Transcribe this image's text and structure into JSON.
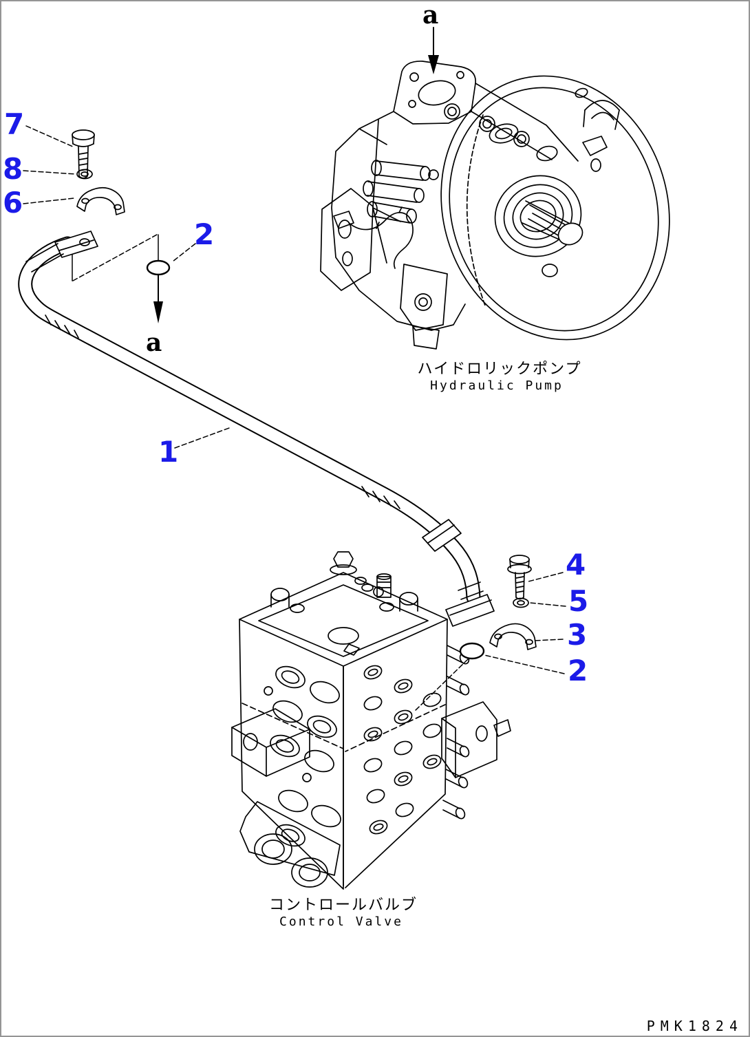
{
  "page": {
    "background": "#ffffff",
    "border_color": "#949494",
    "drawing_code": "PMK1824"
  },
  "colors": {
    "callout_blue": "#1b1be8",
    "line_black": "#000000"
  },
  "components": {
    "pump": {
      "label_ja": "ハイドロリックポンプ",
      "label_en": "Hydraulic Pump"
    },
    "valve": {
      "label_ja": "コントロールバルブ",
      "label_en": "Control Valve"
    }
  },
  "section_markers": {
    "top": "a",
    "middle": "a"
  },
  "callouts": [
    {
      "label": "7",
      "part": "mounting-bolt-left"
    },
    {
      "label": "8",
      "part": "washer-left"
    },
    {
      "label": "6",
      "part": "clamp-half-left"
    },
    {
      "label": "2",
      "part": "o-ring-left"
    },
    {
      "label": "1",
      "part": "tube"
    },
    {
      "label": "4",
      "part": "mounting-bolt-right"
    },
    {
      "label": "5",
      "part": "washer-right"
    },
    {
      "label": "3",
      "part": "clamp-half-right"
    },
    {
      "label": "2",
      "part": "o-ring-right"
    }
  ]
}
